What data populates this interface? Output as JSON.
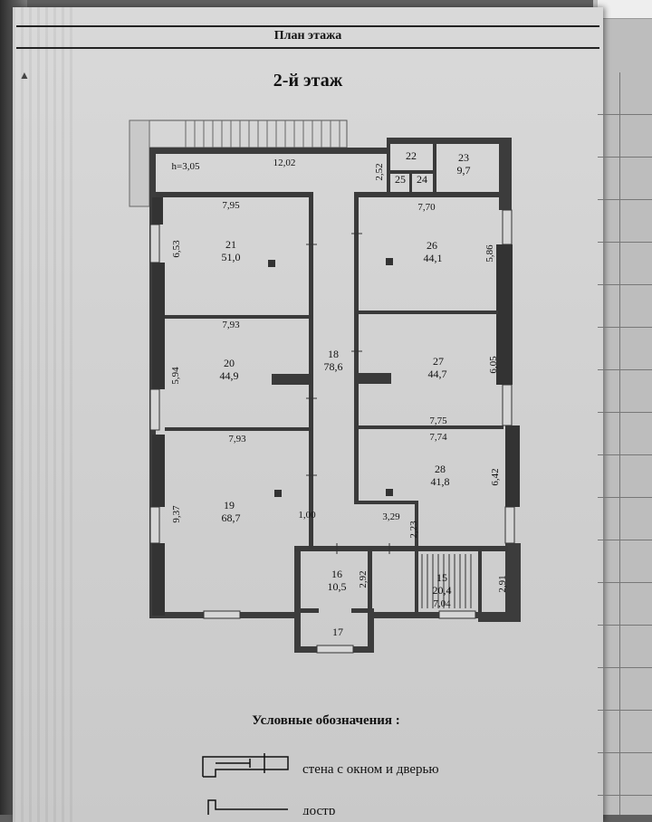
{
  "header": {
    "title": "План этажа"
  },
  "floor": {
    "title": "2-й этаж",
    "height_label": "h=3,05"
  },
  "rooms": [
    {
      "id": "room-21",
      "number": "21",
      "area": "51,0"
    },
    {
      "id": "room-20",
      "number": "20",
      "area": "44,9"
    },
    {
      "id": "room-19",
      "number": "19",
      "area": "68,7"
    },
    {
      "id": "room-18",
      "number": "18",
      "area": "78,6"
    },
    {
      "id": "room-26",
      "number": "26",
      "area": "44,1"
    },
    {
      "id": "room-27",
      "number": "27",
      "area": "44,7"
    },
    {
      "id": "room-28",
      "number": "28",
      "area": "41,8"
    },
    {
      "id": "room-22",
      "number": "22",
      "area": ""
    },
    {
      "id": "room-23",
      "number": "23",
      "area": "9,7"
    },
    {
      "id": "room-24",
      "number": "24",
      "area": ""
    },
    {
      "id": "room-25",
      "number": "25",
      "area": ""
    },
    {
      "id": "room-16",
      "number": "16",
      "area": "10,5"
    },
    {
      "id": "room-15",
      "number": "15",
      "area": "20,4"
    },
    {
      "id": "room-17",
      "number": "17",
      "area": ""
    }
  ],
  "dimensions": {
    "top_corridor": "12,02",
    "d_252": "2,52",
    "d_795": "7,95",
    "d_653": "6,53",
    "d_793a": "7,93",
    "d_594": "5,94",
    "d_793b": "7,93",
    "d_937": "9,37",
    "d_100": "1,00",
    "d_770": "7,70",
    "d_586": "5,86",
    "d_605": "6,05",
    "d_775": "7,75",
    "d_774": "7,74",
    "d_642": "6,42",
    "d_329": "3,29",
    "d_223": "2,23",
    "d_292": "2,92",
    "d_704": "7,04",
    "d_291": "2,91"
  },
  "legend": {
    "title": "Условные обозначения :",
    "item1": "стена с окном и дверью",
    "item2": "достр"
  },
  "colors": {
    "wall": "#3c3c3c",
    "paper": "#d6d6d6",
    "ink": "#111111"
  }
}
